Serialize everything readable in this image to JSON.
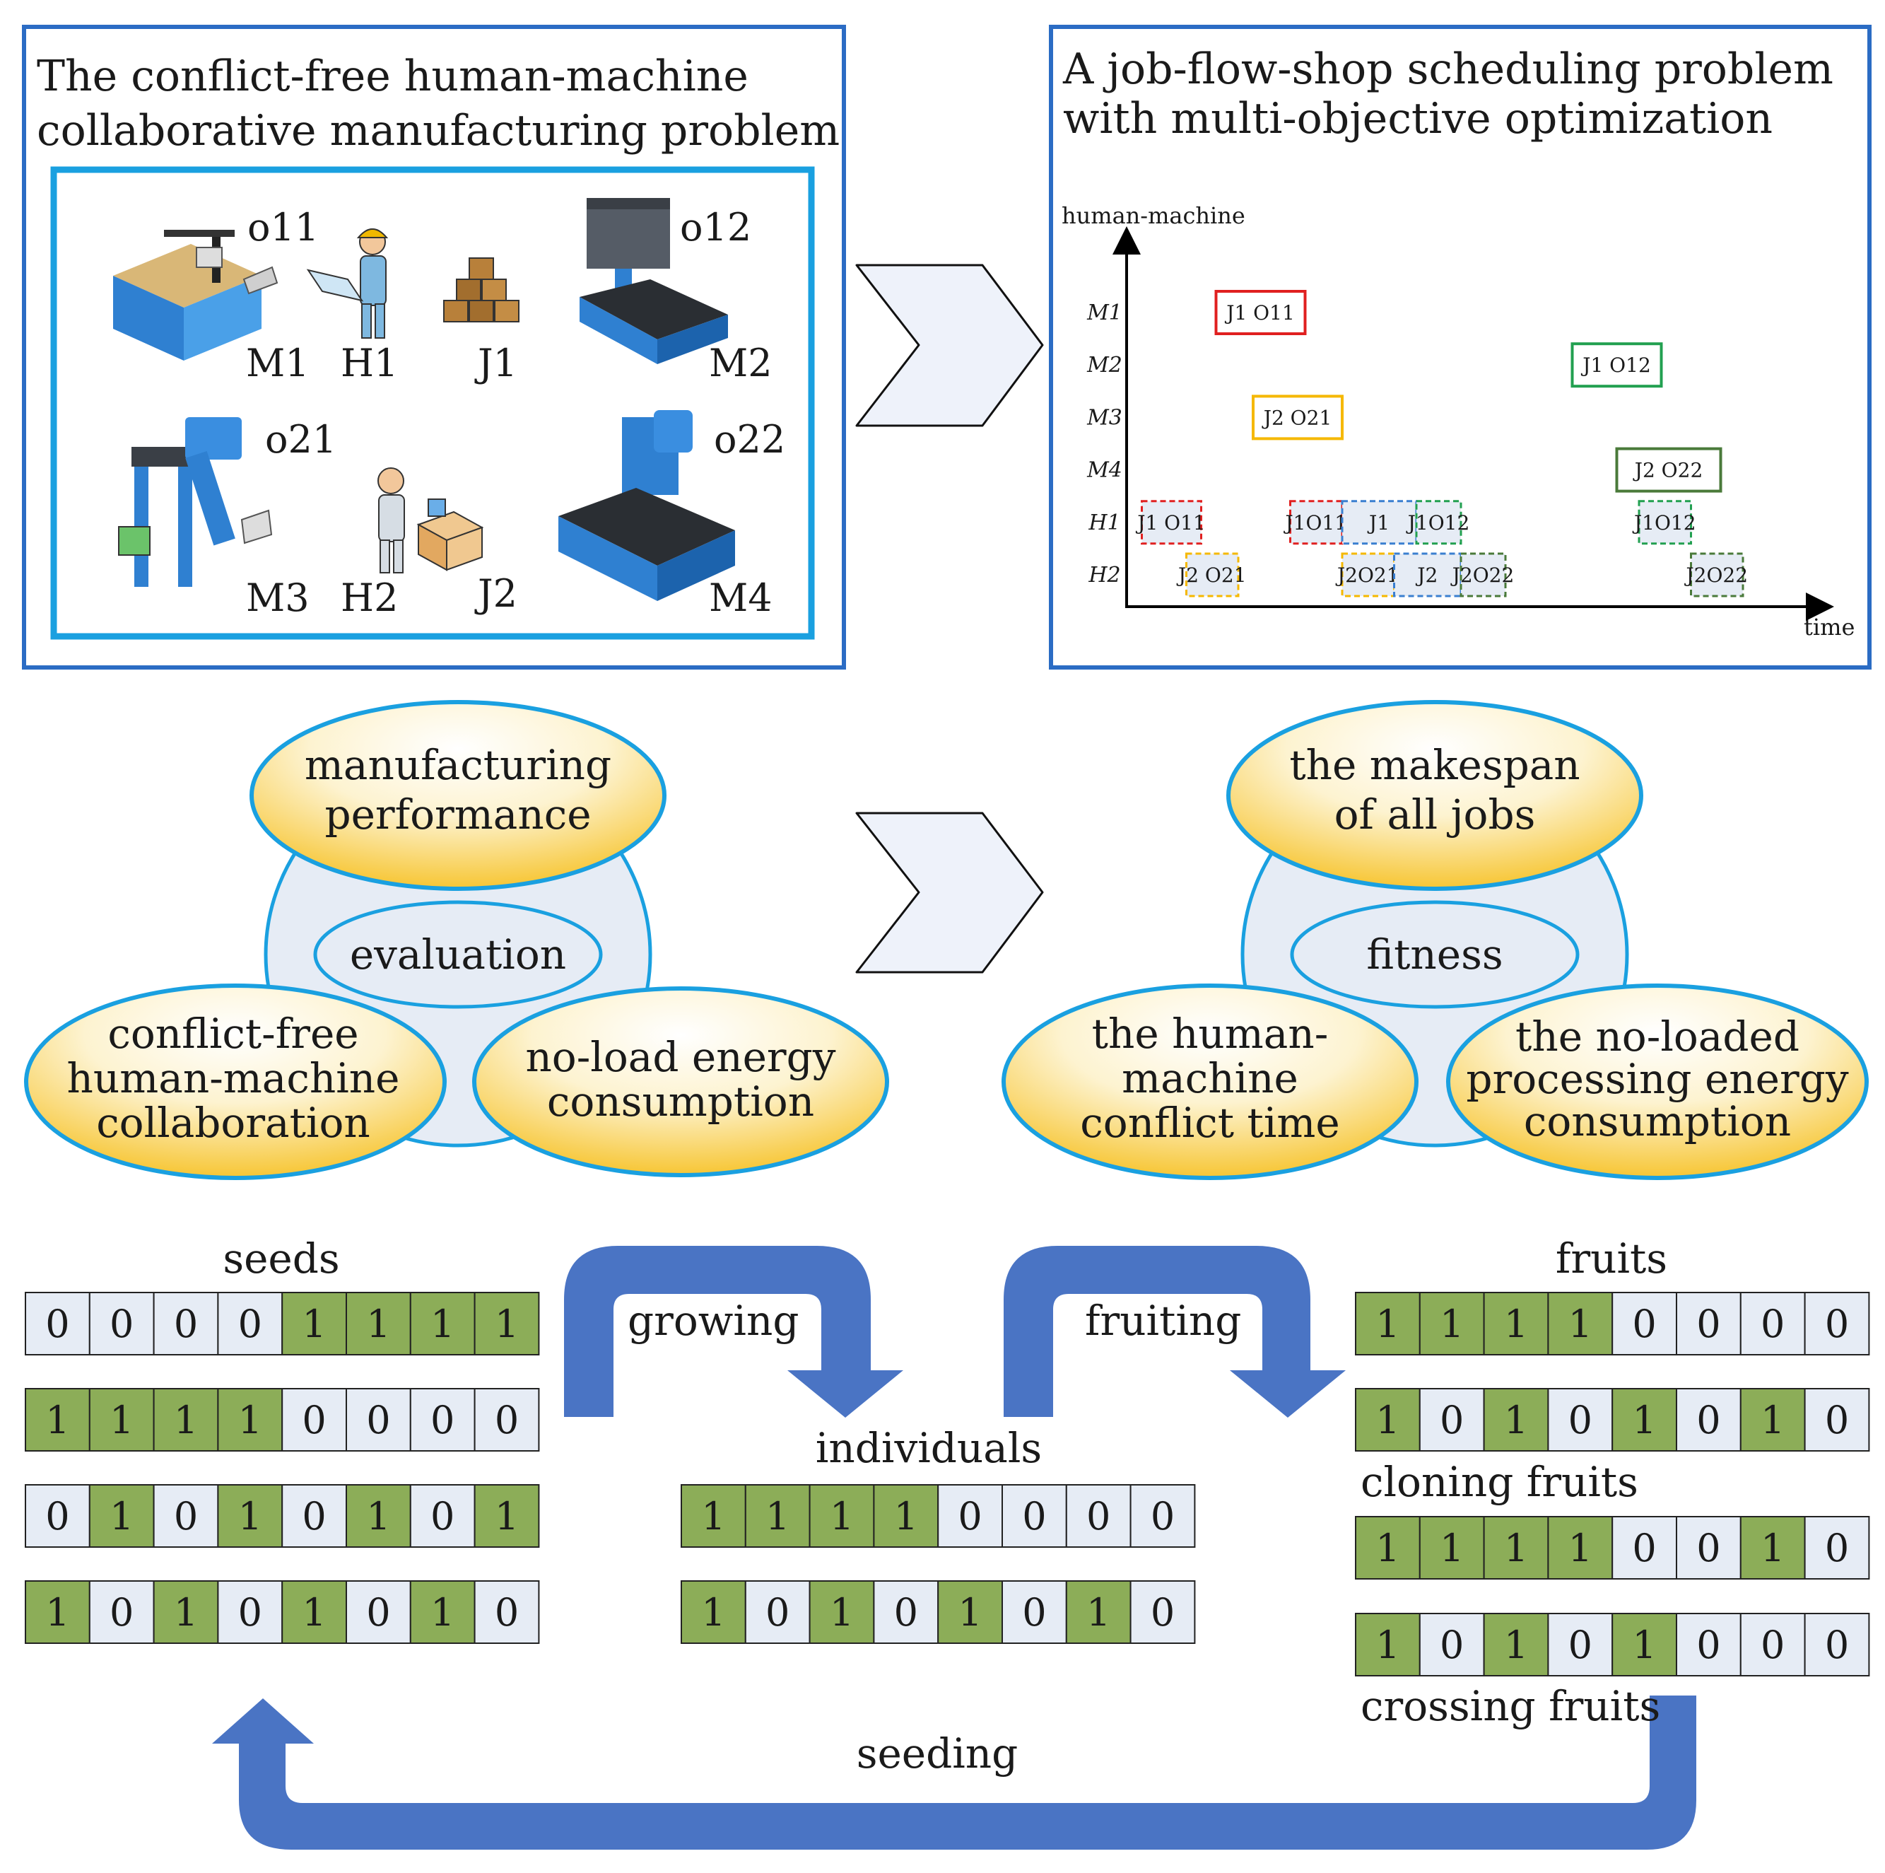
{
  "panels": {
    "problem": {
      "title_lines": [
        "The conflict-free human-machine",
        "collaborative manufacturing problem"
      ],
      "labels": {
        "o11": "o11",
        "o12": "o12",
        "o21": "o21",
        "o22": "o22",
        "M1": "M1",
        "H1": "H1",
        "J1": "J1",
        "M2": "M2",
        "M3": "M3",
        "H2": "H2",
        "J2": "J2",
        "M4": "M4"
      }
    },
    "scheduling": {
      "title_lines": [
        "A job-flow-shop scheduling problem",
        "with multi-objective optimization"
      ],
      "y_axis_label": "human-machine",
      "x_axis_label": "time",
      "rows": [
        "M1",
        "M2",
        "M3",
        "M4",
        "H1",
        "H2"
      ]
    }
  },
  "chart_data": {
    "type": "gantt",
    "title": "",
    "xlabel": "time",
    "ylabel": "human-machine",
    "rows": [
      "M1",
      "M2",
      "M3",
      "M4",
      "H1",
      "H2"
    ],
    "tasks": [
      {
        "row": "M1",
        "label": "J1  O11",
        "start": 1.1,
        "end": 2.3,
        "color": "#e02020",
        "style": "solid"
      },
      {
        "row": "M2",
        "label": "J1   O12",
        "start": 5.9,
        "end": 7.1,
        "color": "#22a050",
        "style": "solid"
      },
      {
        "row": "M3",
        "label": "J2   O21",
        "start": 1.6,
        "end": 2.8,
        "color": "#f5b800",
        "style": "solid"
      },
      {
        "row": "M4",
        "label": "J2       O22",
        "start": 6.5,
        "end": 7.9,
        "color": "#4a7a3a",
        "style": "solid"
      },
      {
        "row": "H1",
        "label": "J1 O11",
        "start": 0.1,
        "end": 0.9,
        "color": "#e02020",
        "style": "dashed"
      },
      {
        "row": "H1",
        "label": "J1O11",
        "start": 2.1,
        "end": 2.8,
        "color": "#e02020",
        "style": "dashed"
      },
      {
        "row": "H1",
        "label": "J1",
        "start": 2.8,
        "end": 3.8,
        "color": "#3a7fd0",
        "style": "dashed"
      },
      {
        "row": "H1",
        "label": "J1O12",
        "start": 3.8,
        "end": 4.4,
        "color": "#22a050",
        "style": "dashed"
      },
      {
        "row": "H1",
        "label": "J1O12",
        "start": 6.8,
        "end": 7.5,
        "color": "#22a050",
        "style": "dashed"
      },
      {
        "row": "H2",
        "label": "J2 O21",
        "start": 0.7,
        "end": 1.4,
        "color": "#f5b800",
        "style": "dashed"
      },
      {
        "row": "H2",
        "label": "J2O21",
        "start": 2.8,
        "end": 3.5,
        "color": "#f5b800",
        "style": "dashed"
      },
      {
        "row": "H2",
        "label": "J2",
        "start": 3.5,
        "end": 4.4,
        "color": "#3a7fd0",
        "style": "dashed"
      },
      {
        "row": "H2",
        "label": "J2O22",
        "start": 4.4,
        "end": 5.0,
        "color": "#4a7a3a",
        "style": "dashed"
      },
      {
        "row": "H2",
        "label": "J2O22",
        "start": 7.5,
        "end": 8.2,
        "color": "#4a7a3a",
        "style": "dashed"
      }
    ]
  },
  "clusters": {
    "left": {
      "top": [
        "manufacturing",
        "performance"
      ],
      "center": "evaluation",
      "bottom_left": [
        "conflict-free",
        "human-machine",
        "collaboration"
      ],
      "bottom_right": [
        "no-load energy",
        "consumption"
      ]
    },
    "right": {
      "top": [
        "the makespan",
        "of all jobs"
      ],
      "center": "fitness",
      "bottom_left": [
        "the human-",
        "machine",
        "conflict time"
      ],
      "bottom_right": [
        "the no-loaded",
        "processing energy",
        "consumption"
      ]
    }
  },
  "cycle": {
    "labels": {
      "seeds": "seeds",
      "growing": "growing",
      "individuals": "individuals",
      "fruiting": "fruiting",
      "fruits": "fruits",
      "cloning": "cloning fruits",
      "crossing": "crossing fruits",
      "seeding": "seeding"
    },
    "seeds": [
      "00001111",
      "11110000",
      "01010101",
      "10101010"
    ],
    "individuals": [
      "11110000",
      "10101010"
    ],
    "fruits": [
      "11110000",
      "10101010"
    ],
    "cloning": [
      "11110010"
    ],
    "crossing": [
      "10101000"
    ]
  },
  "colors": {
    "panel_border": "#2b6cc4",
    "inner_border": "#1aa0e0",
    "bit_one": "#8cad58",
    "bit_zero": "#e6ecf5",
    "arrow_blue": "#4a74c4",
    "ellipse_stroke": "#1aa0e0",
    "chevron_fill": "#eef2fa"
  }
}
